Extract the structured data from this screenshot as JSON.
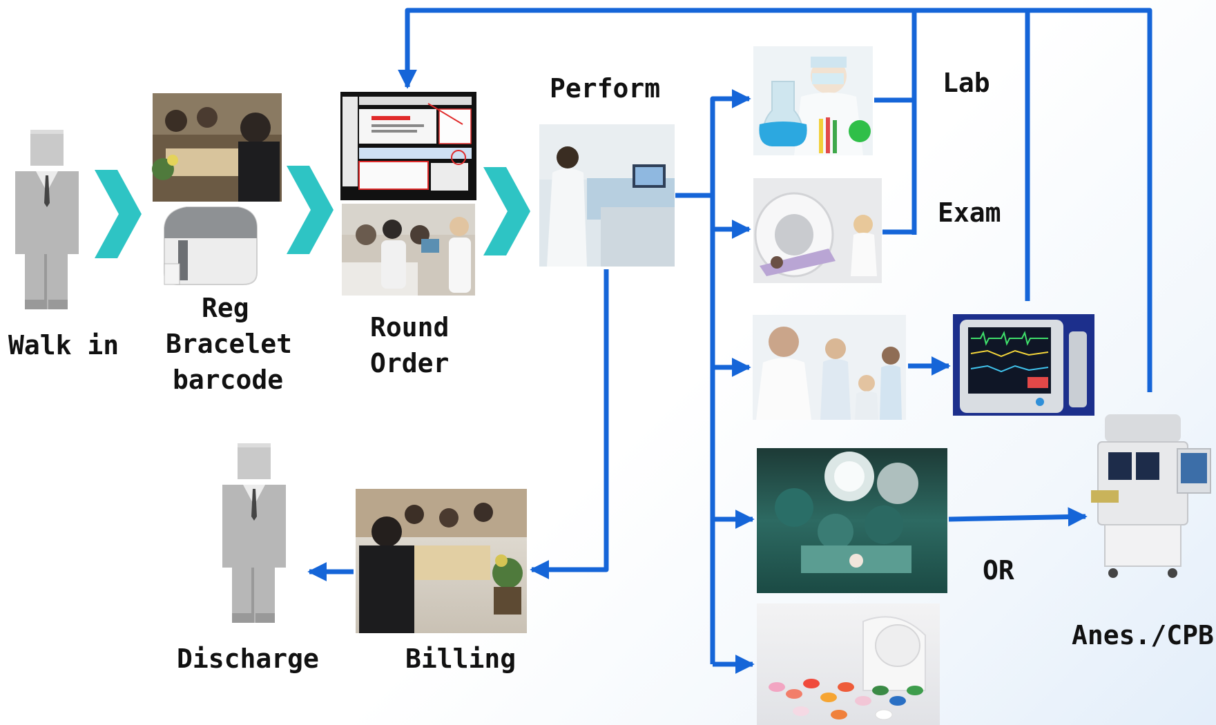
{
  "labels": {
    "walk_in": "Walk in",
    "reg": "Reg",
    "bracelet": "Bracelet",
    "barcode": "barcode",
    "round": "Round",
    "order": "Order",
    "perform": "Perform",
    "lab": "Lab",
    "exam": "Exam",
    "or": "OR",
    "anes": "Anes./CPB",
    "discharge": "Discharge",
    "billing": "Billing"
  },
  "colors": {
    "arrow_blue": "#1565d8",
    "chevron_teal": "#2ec4c4",
    "figure_gray": "#b9b9b9",
    "background": "#ffffff"
  },
  "images": [
    "person-figure",
    "registration-desk-photo",
    "bracelet-printer-photo",
    "order-screen-screenshot",
    "ward-round-photo",
    "nurse-workstation-photo",
    "lab-scientist-photo",
    "ct-scanner-photo",
    "doctors-team-photo",
    "patient-monitor-photo",
    "operating-room-photo",
    "pills-photo",
    "anesthesia-machine-photo",
    "billing-desk-photo",
    "person-figure"
  ]
}
